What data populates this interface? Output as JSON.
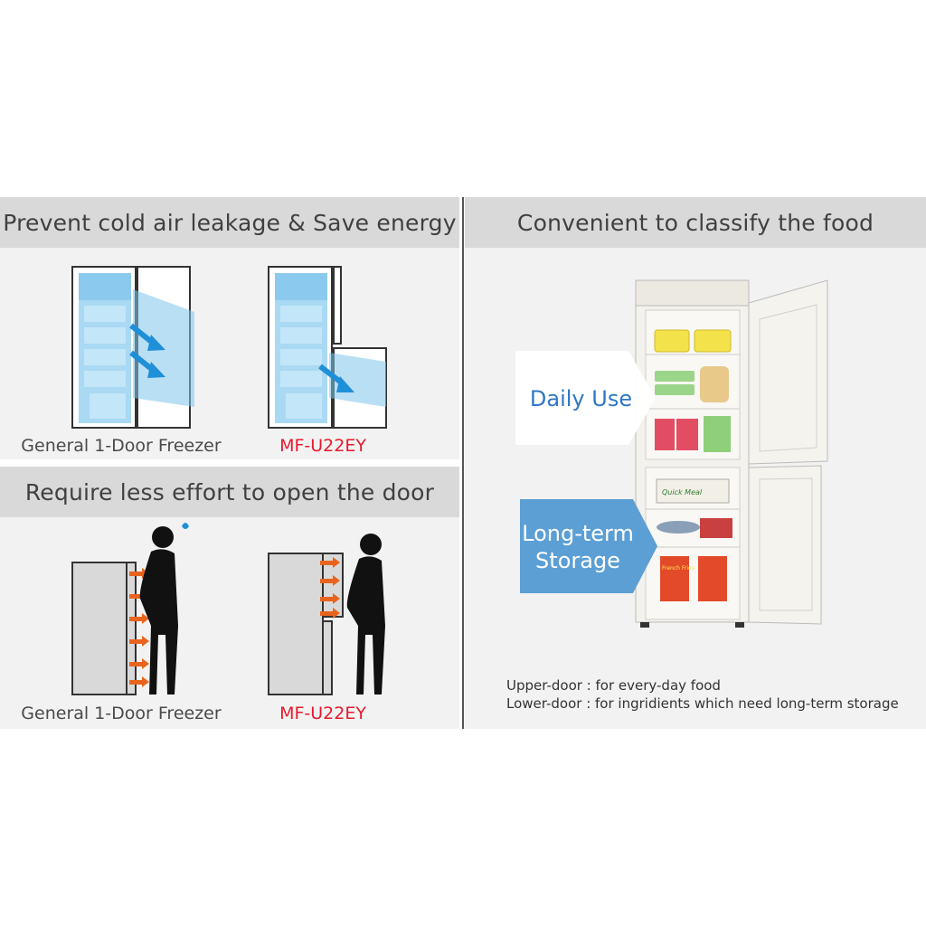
{
  "left_top": {
    "title": "Prevent cold air leakage & Save energy",
    "caption_general": "General 1-Door Freezer",
    "caption_model": "MF-U22EY"
  },
  "left_bottom": {
    "title": "Require less effort to open the door",
    "caption_general": "General 1-Door Freezer",
    "caption_model": "MF-U22EY"
  },
  "right": {
    "title": "Convenient to classify the food",
    "tag_daily": "Daily Use",
    "tag_long": "Long-term\nStorage",
    "note_upper": "Upper-door : for every-day food",
    "note_lower": "Lower-door : for ingridients which need long-term storage",
    "food_label_1": "Quick Meal",
    "food_label_2": "French Fries"
  },
  "colors": {
    "header_bg": "#d9d9d9",
    "panel_bg": "#f2f2f2",
    "model_red": "#e8192c",
    "cold_blue": "#7fc4ec",
    "arrow_orange": "#e8641e",
    "tag_blue": "#5b9fd5"
  }
}
